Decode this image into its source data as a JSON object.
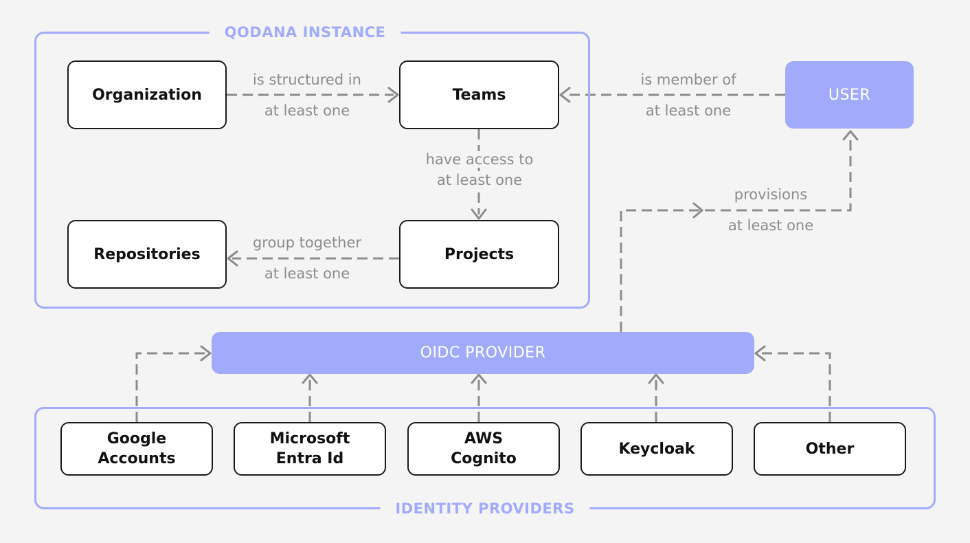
{
  "groups": {
    "qodana_instance": "QODANA INSTANCE",
    "identity_providers": "IDENTITY PROVIDERS"
  },
  "nodes": {
    "organization": "Organization",
    "teams": "Teams",
    "repositories": "Repositories",
    "projects": "Projects",
    "user": "USER",
    "oidc_provider": "OIDC PROVIDER",
    "google_accounts": "Google\nAccounts",
    "microsoft_entra_id": "Microsoft\nEntra Id",
    "aws_cognito": "AWS\nCognito",
    "keycloak": "Keycloak",
    "other": "Other"
  },
  "edges": {
    "org_teams": {
      "label": "is structured in",
      "cardinality": "at least one"
    },
    "user_teams": {
      "label": "is member of",
      "cardinality": "at least one"
    },
    "teams_projects": {
      "label": "have access to",
      "cardinality": "at least one"
    },
    "projects_repos": {
      "label": "group together",
      "cardinality": "at least one"
    },
    "oidc_user": {
      "label": "provisions",
      "cardinality": "at least one"
    }
  },
  "colors": {
    "accent": "#a2abfb",
    "edge": "#8c8c8c",
    "node_border": "#1a1a1a",
    "background": "#f4f4f4"
  }
}
